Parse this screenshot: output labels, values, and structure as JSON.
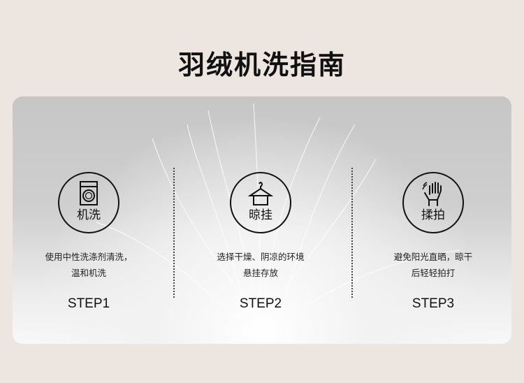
{
  "title": "羽绒机洗指南",
  "steps": [
    {
      "icon": "washing-machine-icon",
      "label": "机洗",
      "desc1": "使用中性洗涤剂清洗，",
      "desc2": "温和机洗",
      "step": "STEP1"
    },
    {
      "icon": "hanger-icon",
      "label": "晾挂",
      "desc1": "选择干燥、阴凉的环境",
      "desc2": "悬挂存放",
      "step": "STEP2"
    },
    {
      "icon": "hand-icon",
      "label": "揉拍",
      "desc1": "避免阳光直晒，晾干",
      "desc2": "后轻轻拍打",
      "step": "STEP3"
    }
  ]
}
